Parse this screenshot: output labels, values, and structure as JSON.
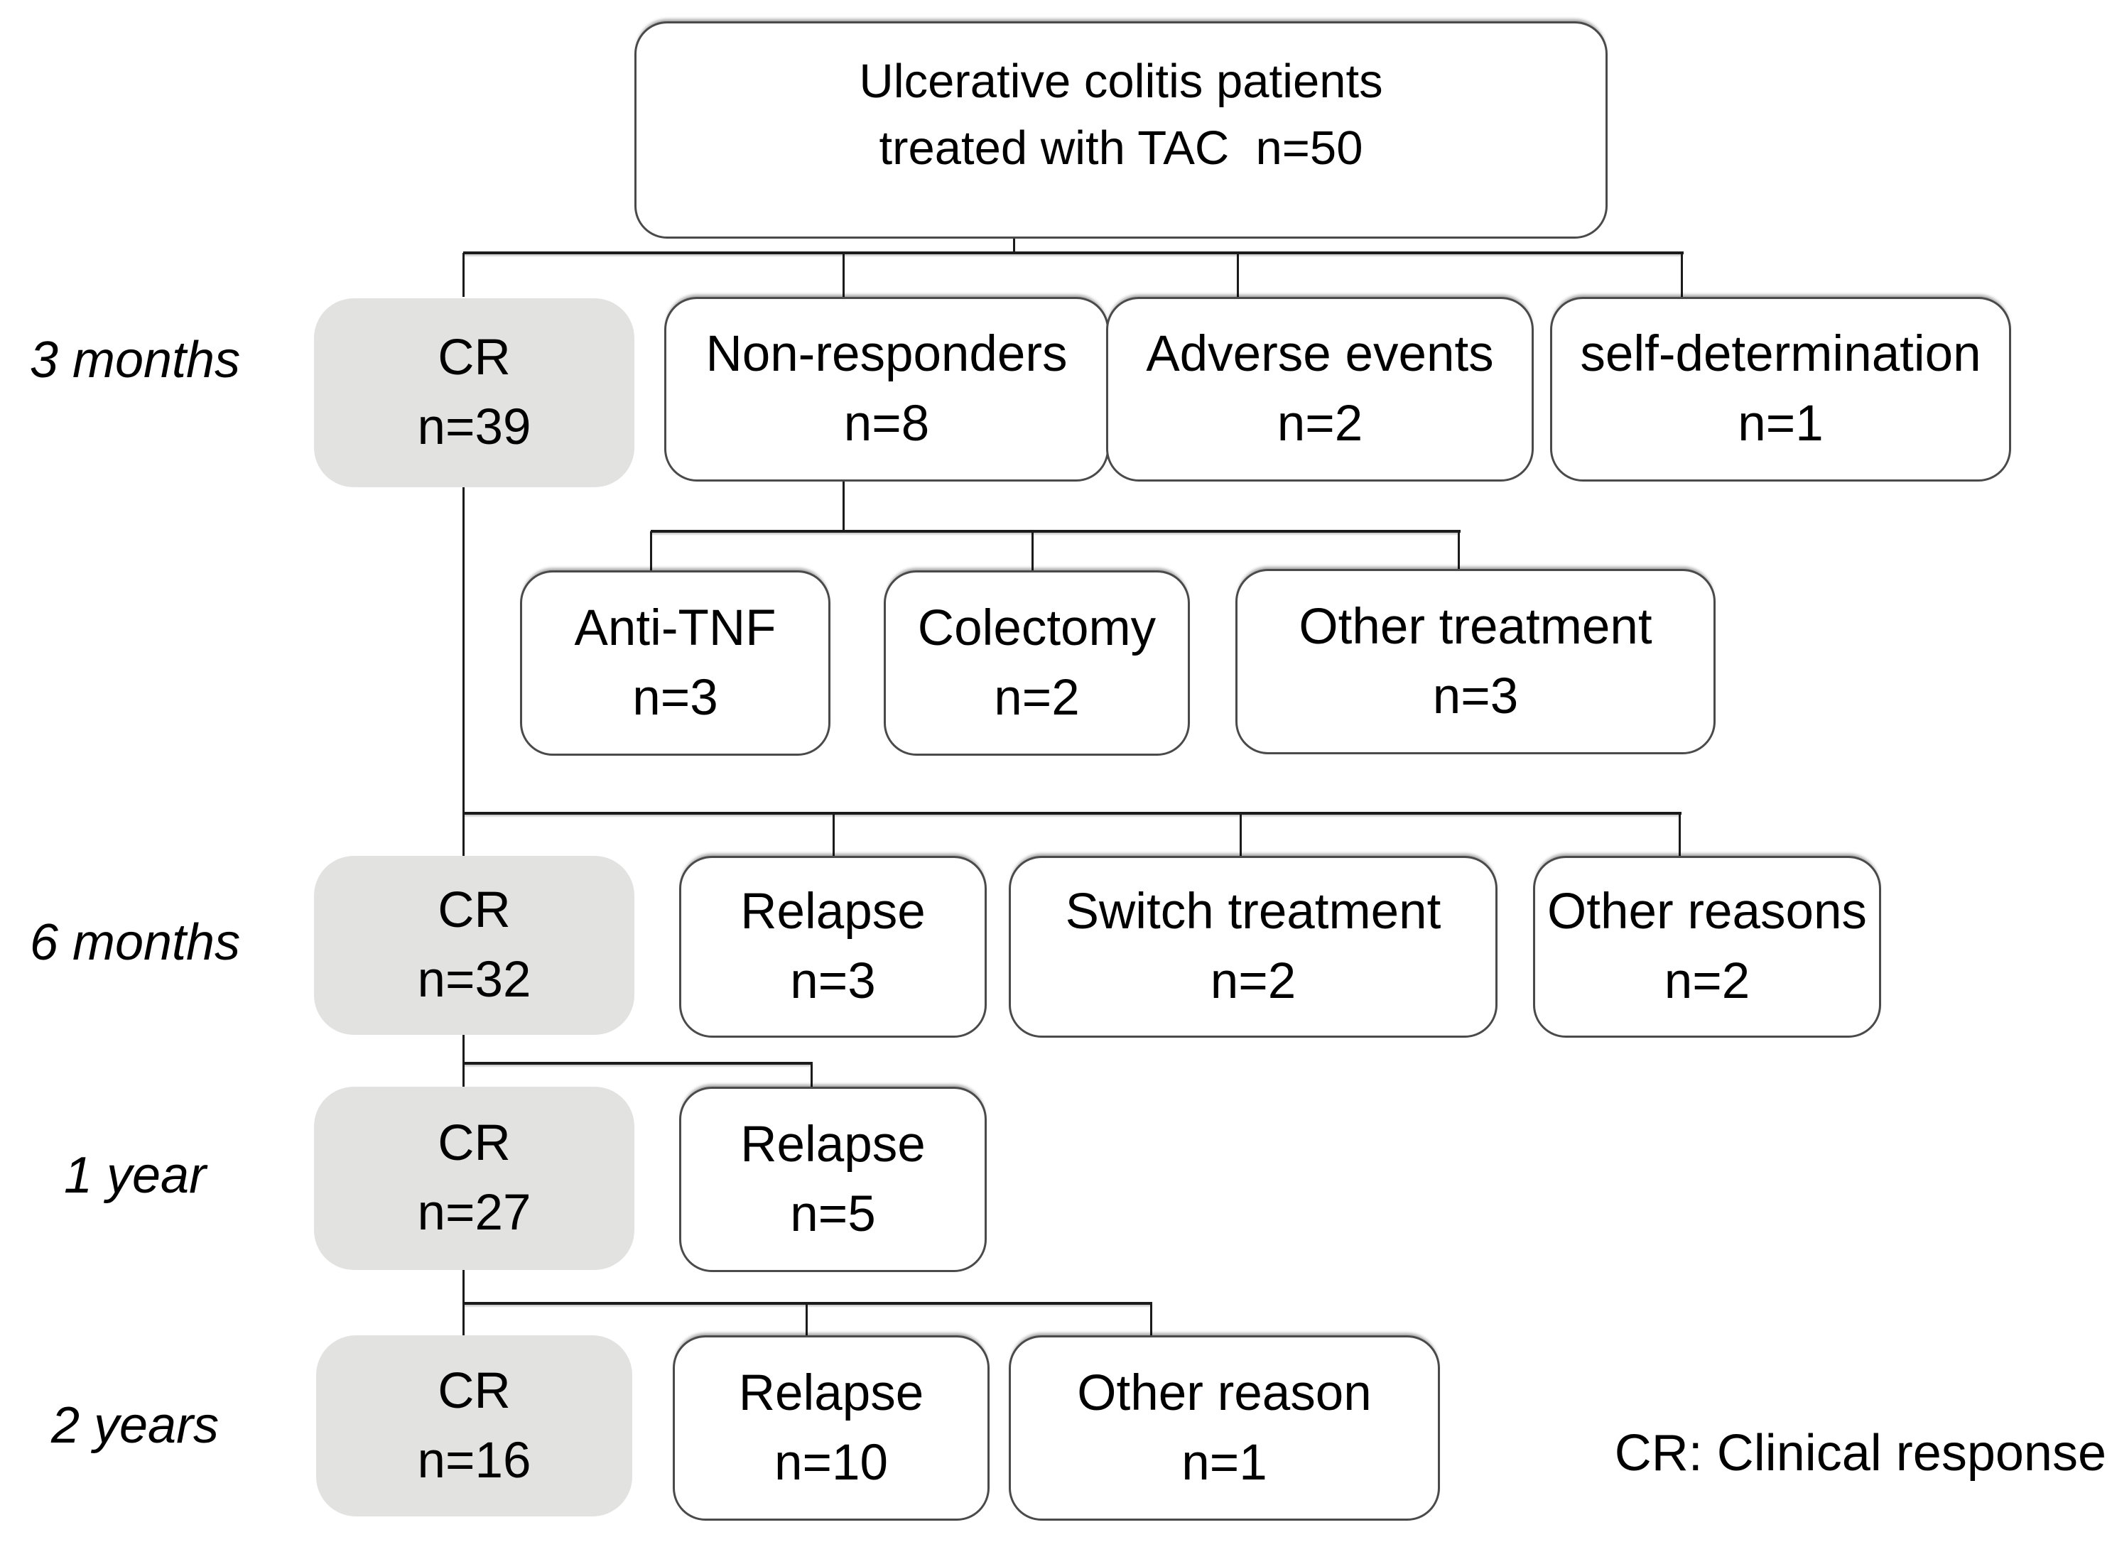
{
  "diagram": {
    "title": {
      "line1": "Ulcerative colitis patients",
      "line2": "treated with TAC  n=50"
    },
    "legend": "CR: Clinical response",
    "colors": {
      "highlight_fill": "#e2e2e1",
      "box_border": "#4a4a4a",
      "line": "#1b1b1b",
      "background": "#ffffff"
    },
    "rows": [
      {
        "time_label": "3 months",
        "boxes": [
          {
            "label": "CR",
            "n": "n=39",
            "highlight": true
          },
          {
            "label": "Non-responders",
            "n": "n=8",
            "highlight": false
          },
          {
            "label": "Adverse events",
            "n": "n=2",
            "highlight": false
          },
          {
            "label": "self-determination",
            "n": "n=1",
            "highlight": false
          }
        ]
      },
      {
        "time_label": "",
        "boxes": [
          {
            "label": "Anti-TNF",
            "n": "n=3",
            "highlight": false
          },
          {
            "label": "Colectomy",
            "n": "n=2",
            "highlight": false
          },
          {
            "label": "Other treatment",
            "n": "n=3",
            "highlight": false
          }
        ]
      },
      {
        "time_label": "6 months",
        "boxes": [
          {
            "label": "CR",
            "n": "n=32",
            "highlight": true
          },
          {
            "label": "Relapse",
            "n": "n=3",
            "highlight": false
          },
          {
            "label": "Switch treatment",
            "n": "n=2",
            "highlight": false
          },
          {
            "label": "Other reasons",
            "n": "n=2",
            "highlight": false
          }
        ]
      },
      {
        "time_label": "1 year",
        "boxes": [
          {
            "label": "CR",
            "n": "n=27",
            "highlight": true
          },
          {
            "label": "Relapse",
            "n": "n=5",
            "highlight": false
          }
        ]
      },
      {
        "time_label": "2 years",
        "boxes": [
          {
            "label": "CR",
            "n": "n=16",
            "highlight": true
          },
          {
            "label": "Relapse",
            "n": "n=10",
            "highlight": false
          },
          {
            "label": "Other reason",
            "n": "n=1",
            "highlight": false
          }
        ]
      }
    ]
  }
}
